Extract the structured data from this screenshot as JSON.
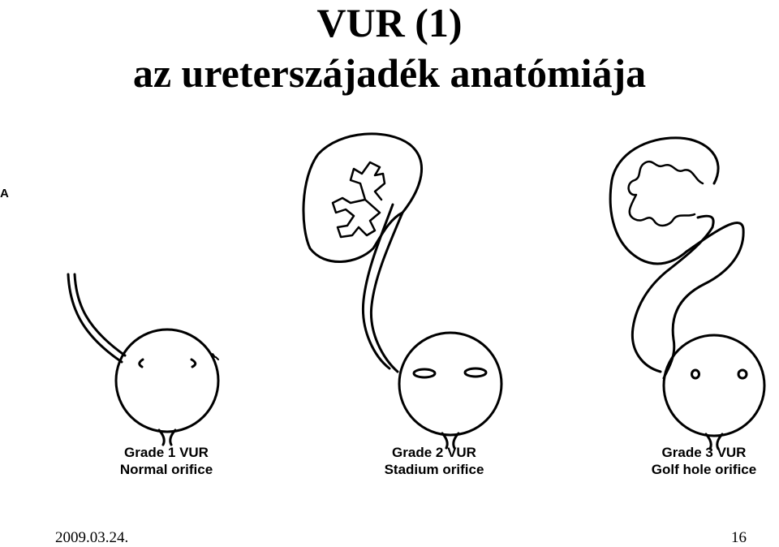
{
  "slide": {
    "title": "VUR (1)",
    "subtitle": "az ureterszájadék anatómiája",
    "panel_letter": "A",
    "date": "2009.03.24.",
    "page_number": "16"
  },
  "grades": [
    {
      "grade": "Grade 1 VUR",
      "orifice": "Normal orifice"
    },
    {
      "grade": "Grade 2 VUR",
      "orifice": "Stadium orifice"
    },
    {
      "grade": "Grade 3 VUR",
      "orifice": "Golf hole orifice"
    }
  ]
}
